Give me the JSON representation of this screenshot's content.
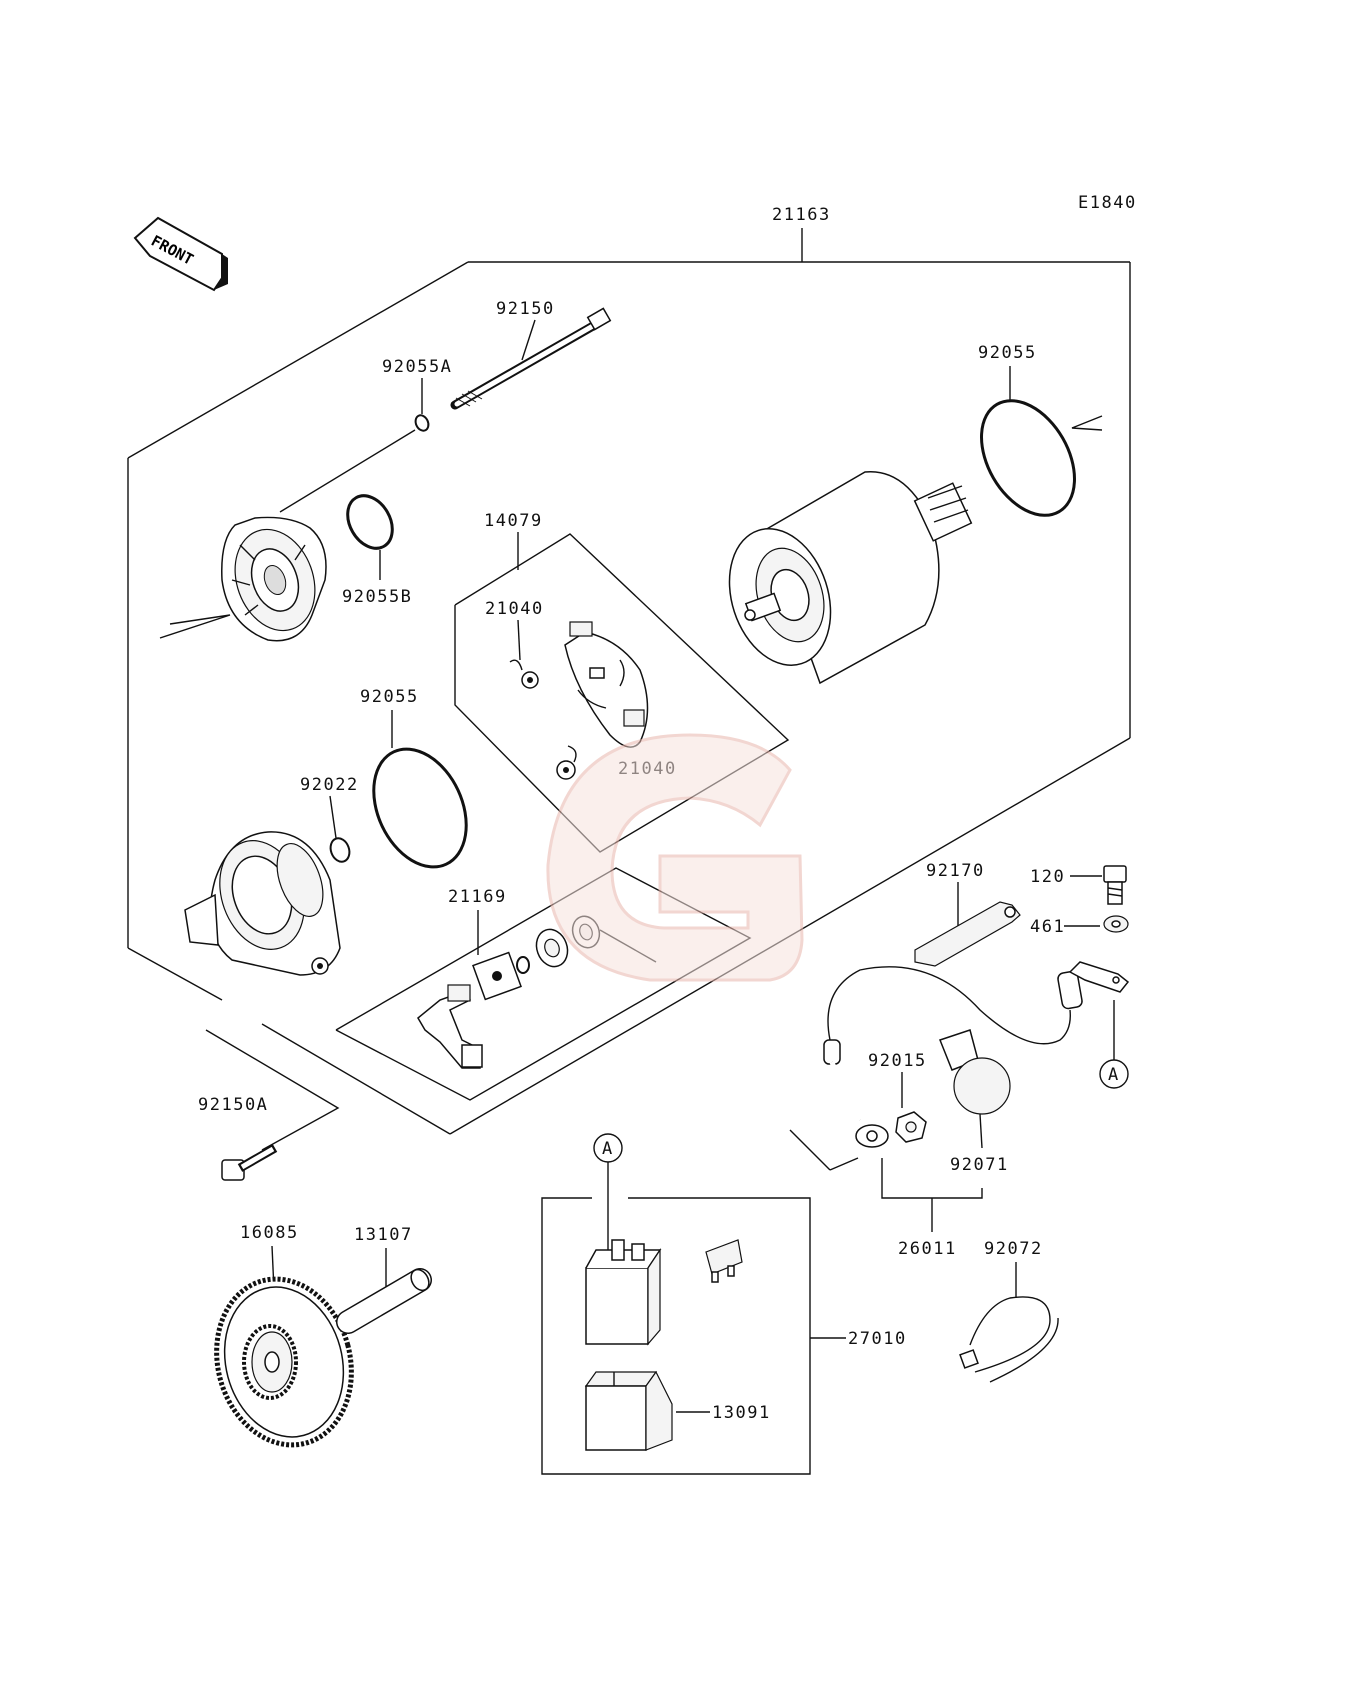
{
  "diagram_code": "E1840",
  "front_marker": "FRONT",
  "watermark_letter": "G",
  "labels": {
    "p21163": "21163",
    "p92150": "92150",
    "p92055A": "92055A",
    "p92055_top": "92055",
    "p92055B": "92055B",
    "p14079": "14079",
    "p21040_a": "21040",
    "p21040_b": "21040",
    "p92055_mid": "92055",
    "p92022": "92022",
    "p21169": "21169",
    "p92170": "92170",
    "p120": "120",
    "p461": "461",
    "p92150A": "92150A",
    "p92015": "92015",
    "p92071": "92071",
    "p26011": "26011",
    "p92072": "92072",
    "p16085": "16085",
    "p13107": "13107",
    "p27010": "27010",
    "p13091": "13091",
    "ref_a_right": "A",
    "ref_a_box": "A"
  }
}
